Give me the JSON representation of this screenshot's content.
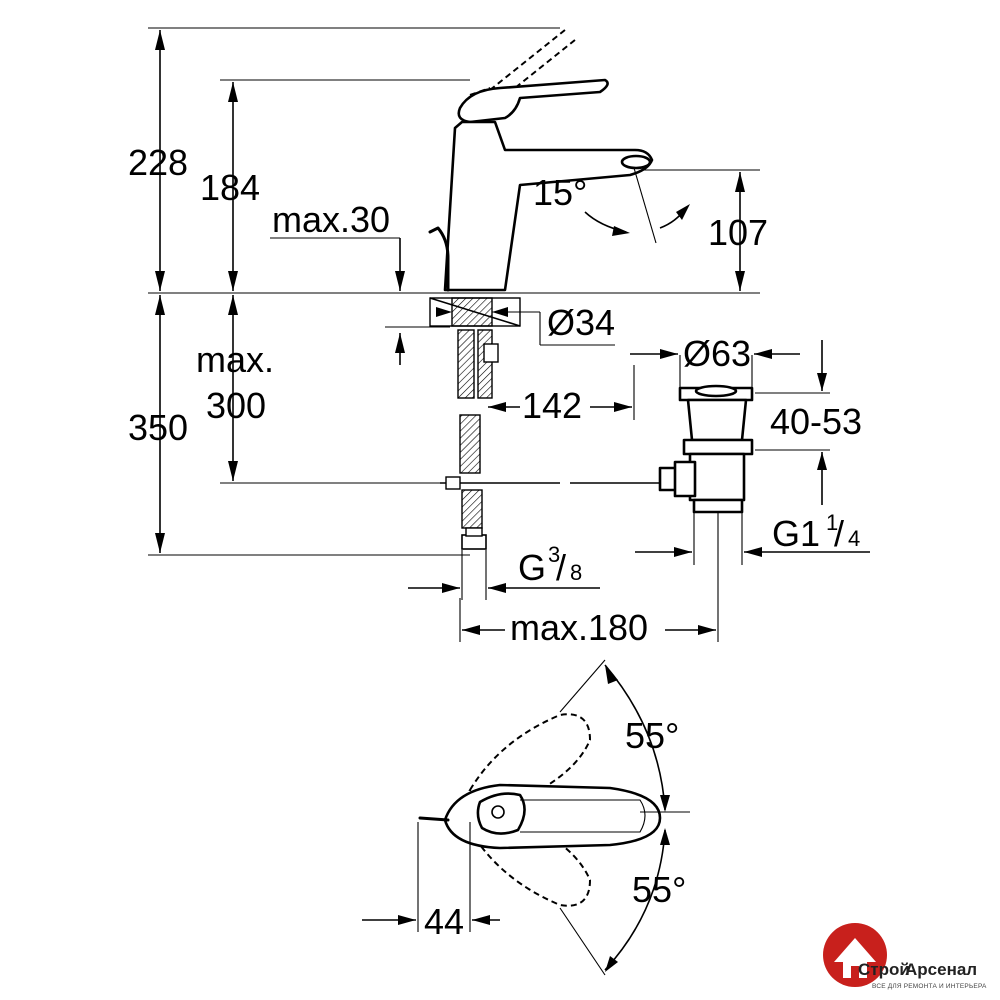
{
  "dimensions": {
    "total_height": "228",
    "spout_height": "184",
    "spout_outlet_height": "107",
    "spout_angle": "15°",
    "max_deck_thickness": "max.30",
    "hole_diameter": "Ø34",
    "max_pipe_length_label": "max.",
    "max_pipe_length_value": "300",
    "below_deck_length": "350",
    "spout_reach": "142",
    "waste_diameter": "Ø63",
    "waste_adjust": "40-53",
    "waste_thread": "G1",
    "waste_thread_num": "1",
    "waste_thread_den": "4",
    "supply_thread": "G",
    "supply_thread_num": "3",
    "supply_thread_den": "8",
    "max_reach": "max.180",
    "handle_angle_top": "55°",
    "handle_angle_bottom": "55°",
    "handle_offset": "44"
  },
  "logo": {
    "brand_first": "Строй",
    "brand_second": "Арсенал",
    "tagline": "ВСЕ ДЛЯ РЕМОНТА И ИНТЕРЬЕРА",
    "colors": {
      "primary": "#c8201c",
      "text": "#222222"
    }
  }
}
